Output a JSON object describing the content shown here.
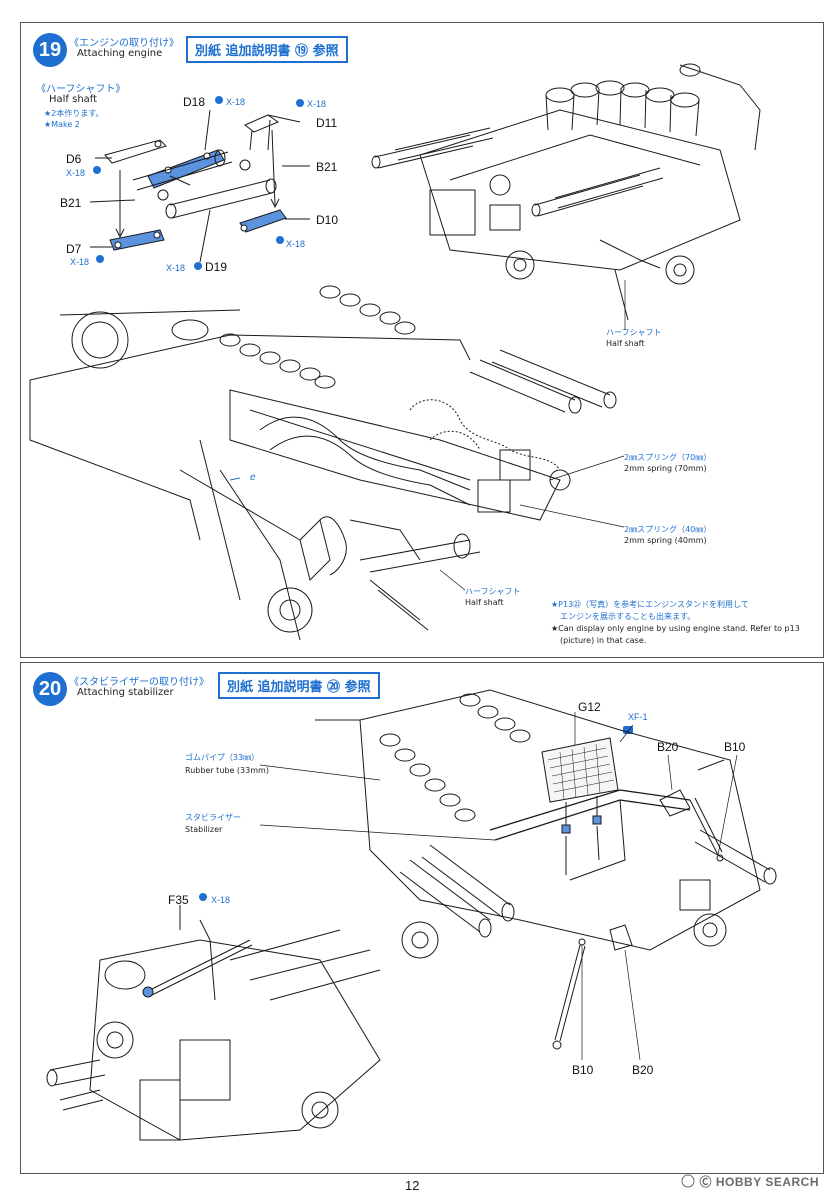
{
  "step19": {
    "number": "19",
    "title_jp": "《エンジンの取り付け》",
    "title_en": "Attaching engine",
    "ref_label": "別紙 追加説明書 ⑲ 参照",
    "halfshaft_jp": "《ハーフシャフト》",
    "halfshaft_en": "Half shaft",
    "make2_jp": "★2本作ります。",
    "make2_en": "★Make 2",
    "parts": {
      "d18": "D18",
      "d11": "D11",
      "d6": "D6",
      "b21a": "B21",
      "b21b": "B21",
      "d10": "D10",
      "d7": "D7",
      "d19": "D19"
    },
    "xtag": "X-18",
    "callouts": {
      "halfshaft_top_jp": "ハーフシャフト",
      "halfshaft_top_en": "Half shaft",
      "spring70_jp": "2㎜スプリング（70㎜）",
      "spring70_en": "2mm spring (70mm)",
      "spring40_jp": "2㎜スプリング（40㎜）",
      "spring40_en": "2mm spring (40mm)",
      "halfshaft_bottom_jp": "ハーフシャフト",
      "halfshaft_bottom_en": "Half shaft",
      "e_mark": "e"
    },
    "note_jp_1": "★P13㉒（写真）を参考にエンジンスタンドを利用して",
    "note_jp_2": "エンジンを展示することも出来ます。",
    "note_en_1": "★Can display only engine by using engine stand. Refer to p13",
    "note_en_2": "(picture) in that case."
  },
  "step20": {
    "number": "20",
    "title_jp": "《スタビライザーの取り付け》",
    "title_en": "Attaching stabilizer",
    "ref_label": "別紙 追加説明書 ⑳ 参照",
    "rubber_jp": "ゴムパイプ（33㎜）",
    "rubber_en": "Rubber tube (33mm)",
    "stab_jp": "スタビライザー",
    "stab_en": "Stabilizer",
    "parts": {
      "g12": "G12",
      "xf1": "XF-1",
      "b20a": "B20",
      "b10a": "B10",
      "f35": "F35",
      "x18": "X-18",
      "b10b": "B10",
      "b20b": "B20"
    }
  },
  "footer": {
    "page": "12",
    "watermark": "Ⓒ HOBBY SEARCH"
  },
  "colors": {
    "accent": "#1e6fd0",
    "line": "#1a1a1a"
  }
}
